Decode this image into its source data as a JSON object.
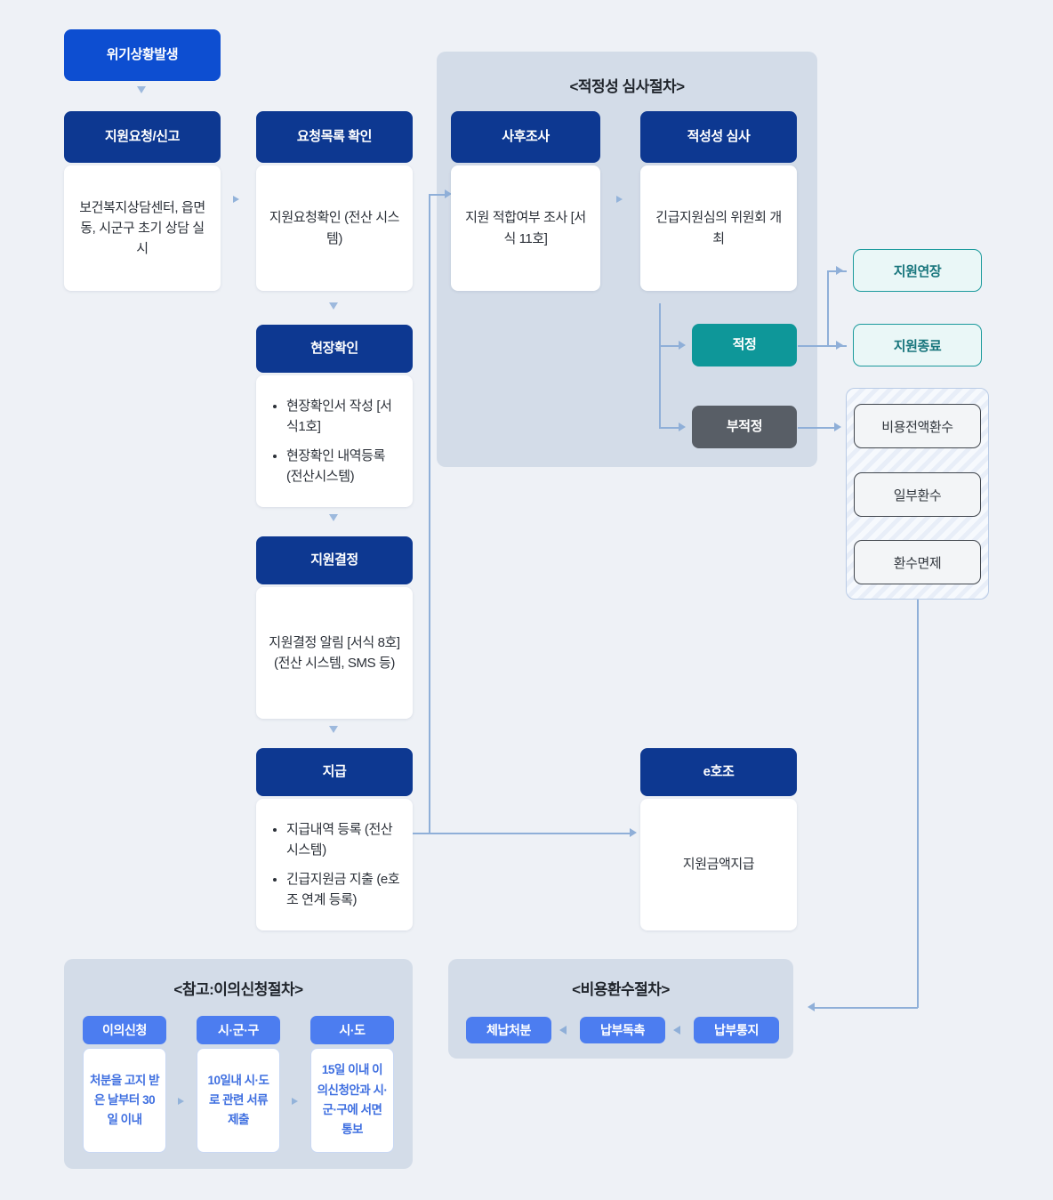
{
  "diagram": {
    "title_adequacy_panel": "<적정성 심사절차>",
    "title_appeal_panel": "<참고:이의신청절차>",
    "title_recovery_panel": "<비용환수절차>"
  },
  "colors": {
    "background": "#eef1f6",
    "navy": "#0d3891",
    "bright_blue": "#0d4ed1",
    "teal": "#0e9799",
    "gray": "#585e66",
    "panel": "#d3dce8",
    "pill_blue": "#4c7df0",
    "connector": "#8fafd8"
  },
  "nodes": {
    "crisis": {
      "header": "위기상황발생"
    },
    "request": {
      "header": "지원요청/신고",
      "body": "보건복지상담센터, 읍면동, 시군구 초기 상담 실시"
    },
    "check_list": {
      "header": "요청목록 확인",
      "body": "지원요청확인 (전산 시스템)"
    },
    "field_check": {
      "header": "현장확인",
      "items": [
        "현장확인서 작성 [서식1호]",
        "현장확인 내역등록 (전산시스템)"
      ]
    },
    "decision": {
      "header": "지원결정",
      "body": "지원결정 알림 [서식 8호] (전산 시스템, SMS 등)"
    },
    "payment": {
      "header": "지급",
      "items": [
        "지급내역 등록 (전산시스템)",
        "긴급지원금 지출 (e호조 연계 등록)"
      ]
    },
    "post_survey": {
      "header": "사후조사",
      "body": "지원 적합여부 조사 [서식 11호]"
    },
    "adequacy_review": {
      "header": "적성성 심사",
      "body": "긴급지원심의 위원회 개최"
    },
    "adequate": {
      "header": "적정"
    },
    "inadequate": {
      "header": "부적정"
    },
    "extend": {
      "label": "지원연장"
    },
    "terminate": {
      "label": "지원종료"
    },
    "ehojo": {
      "header": "e호조",
      "body": "지원금액지급"
    }
  },
  "recovery_options": [
    {
      "label": "비용전액환수"
    },
    {
      "label": "일부환수"
    },
    {
      "label": "환수면제"
    }
  ],
  "appeal_steps": [
    {
      "header": "이의신청",
      "body": "처분을 고지 받은 날부터 30일 이내"
    },
    {
      "header": "시·군·구",
      "body": "10일내 시·도로 관련 서류 제출"
    },
    {
      "header": "시·도",
      "body": "15일 이내 이의신청안과 시·군·구에 서면 통보"
    }
  ],
  "recovery_steps": [
    {
      "label": "체납처분"
    },
    {
      "label": "납부독촉"
    },
    {
      "label": "납부통지"
    }
  ]
}
